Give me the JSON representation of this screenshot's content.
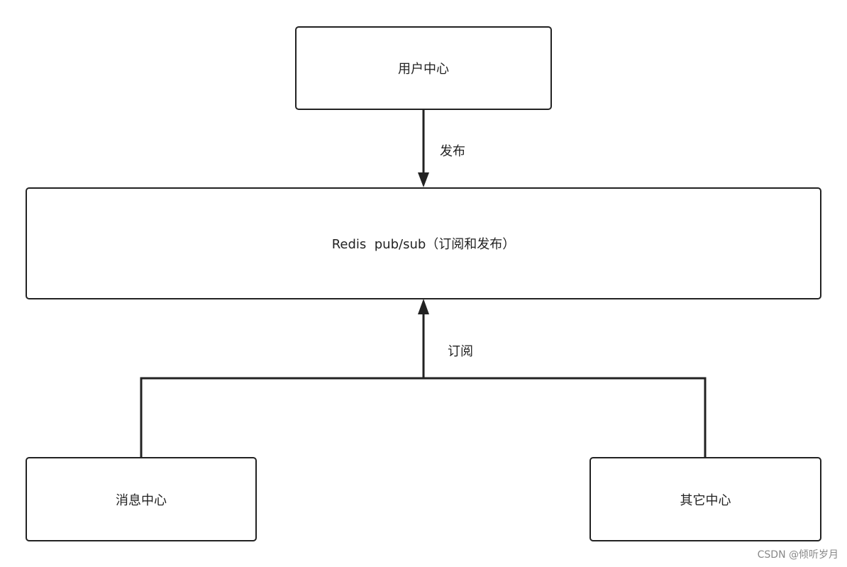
{
  "nodes": {
    "user_center": "用户中心",
    "redis": "Redis  pub/sub（订阅和发布）",
    "message_center": "消息中心",
    "other_center": "其它中心"
  },
  "edges": {
    "publish": "发布",
    "subscribe": "订阅"
  },
  "watermark": "CSDN @倾听岁月",
  "colors": {
    "stroke": "#222222",
    "background": "#ffffff",
    "watermark": "#888888"
  }
}
